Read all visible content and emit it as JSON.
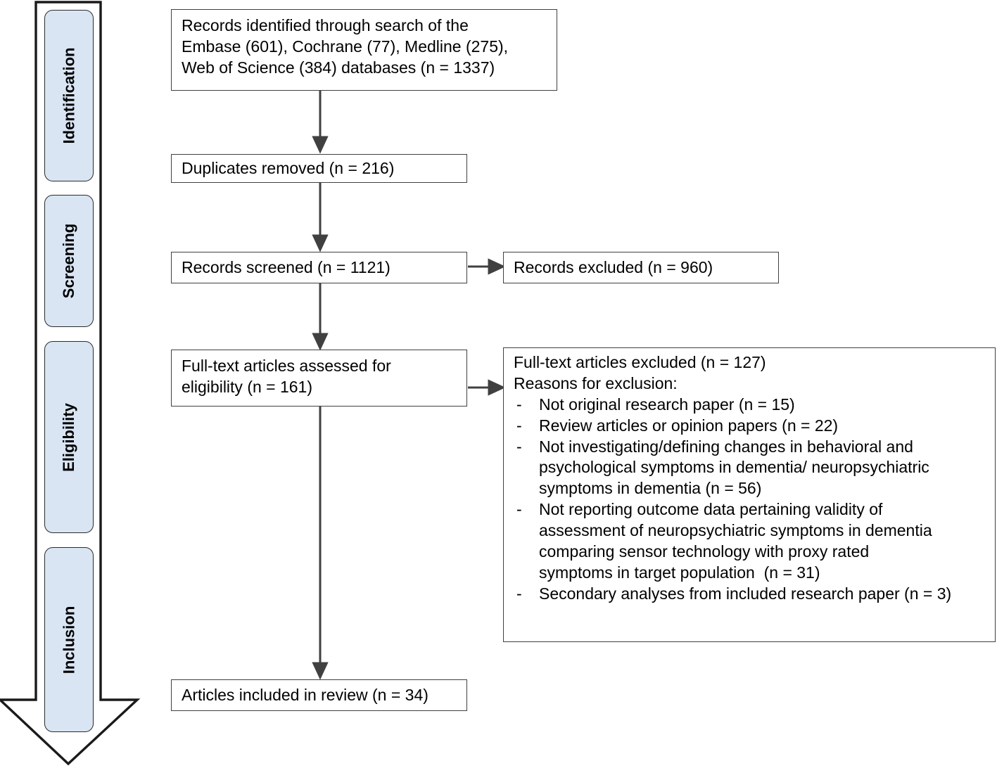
{
  "diagram": {
    "title": "PRISMA study selection flow diagram",
    "colors": {
      "stage_fill": "#d9e5f3",
      "stage_border": "#2b2b2b",
      "box_border": "#404040",
      "background": "#ffffff",
      "text": "#000000",
      "connector": "#404040"
    }
  },
  "stages": [
    {
      "label": "Identification"
    },
    {
      "label": "Screening"
    },
    {
      "label": "Eligibility"
    },
    {
      "label": "Inclusion"
    }
  ],
  "boxes": {
    "identified": {
      "lines": [
        "Records identified through search of the",
        "Embase (601), Cochrane (77), Medline (275),",
        "Web of Science (384) databases (n = 1337)"
      ]
    },
    "duplicates": {
      "lines": [
        "Duplicates removed (n = 216)"
      ]
    },
    "screened": {
      "lines": [
        "Records screened (n = 1121)"
      ]
    },
    "records_excluded": {
      "lines": [
        "Records excluded (n = 960)"
      ]
    },
    "fulltext_assessed": {
      "lines": [
        "Full-text articles assessed for",
        "eligibility (n = 161)"
      ]
    },
    "fulltext_excluded": {
      "heading": "Full-text articles excluded (n = 127)",
      "subheading": "Reasons for exclusion:",
      "dash": "-",
      "reasons": [
        {
          "lines": [
            "Not original research paper (n = 15)"
          ]
        },
        {
          "lines": [
            "Review articles or opinion papers (n = 22)"
          ]
        },
        {
          "lines": [
            "Not investigating/defining changes in behavioral and",
            "psychological symptoms in dementia/ neuropsychiatric",
            "symptoms in dementia (n = 56)"
          ]
        },
        {
          "lines": [
            "Not reporting outcome data pertaining validity of",
            "assessment of neuropsychiatric symptoms in dementia",
            "comparing sensor technology with proxy rated",
            "symptoms in target population  (n = 31)"
          ]
        },
        {
          "lines": [
            "Secondary analyses from included research paper (n = 3)"
          ]
        }
      ]
    },
    "included": {
      "lines": [
        "Articles included in review (n = 34)"
      ]
    }
  }
}
